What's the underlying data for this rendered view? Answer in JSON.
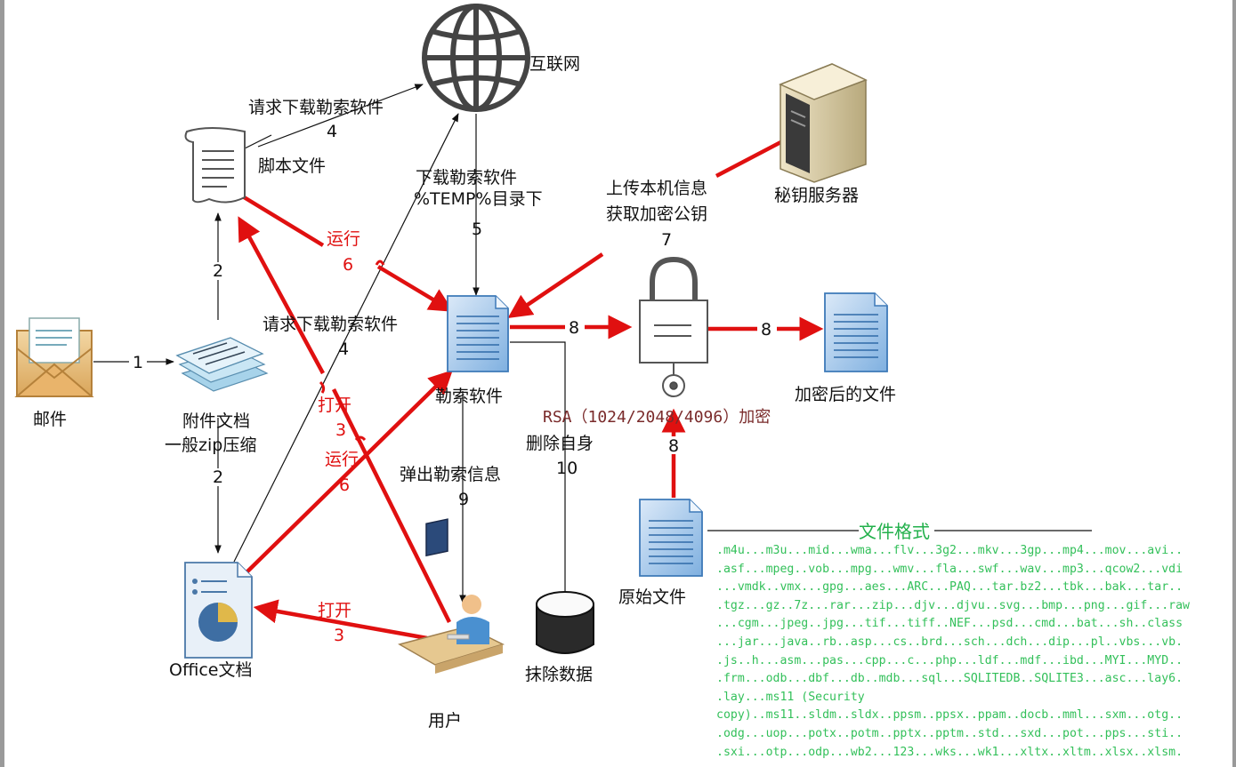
{
  "nodes": {
    "email": "邮件",
    "attachment_line1": "附件文档",
    "attachment_line2": "一般zip压缩",
    "script": "脚本文件",
    "internet": "互联网",
    "key_server": "秘钥服务器",
    "ransomware": "勒索软件",
    "office_doc": "Office文档",
    "user": "用户",
    "wipe_data": "抹除数据",
    "encrypted_file": "加密后的文件",
    "original_file": "原始文件"
  },
  "edges": {
    "e1": "1",
    "e2a": "2",
    "e2b": "2",
    "req_download_1": "请求下载勒索软件",
    "req_download_1_num": "4",
    "req_download_2": "请求下载勒索软件",
    "req_download_2_num": "4",
    "download_line1": "下载勒索软件",
    "download_line2": "%TEMP%目录下",
    "download_num": "5",
    "upload_line1": "上传本机信息",
    "upload_line2": "获取加密公钥",
    "upload_num": "7",
    "run_a": "运行",
    "run_a_num": "6",
    "run_b": "运行",
    "run_b_num": "6",
    "open_a": "打开",
    "open_a_num": "3",
    "open_b": "打开",
    "open_b_num": "3",
    "e8a": "8",
    "e8b": "8",
    "e8c": "8",
    "rsa": "RSA（1024/2048/4096）加密",
    "popup": "弹出勒索信息",
    "popup_num": "9",
    "delete_self": "删除自身",
    "delete_self_num": "10"
  },
  "formats": {
    "title": "文件格式",
    "lines": [
      ".m4u...m3u...mid...wma...flv...3g2...mkv...3gp...mp4...mov...avi..",
      ".asf...mpeg..vob...mpg...wmv...fla...swf...wav...mp3...qcow2...vdi",
      "...vmdk..vmx...gpg...aes...ARC...PAQ...tar.bz2...tbk...bak...tar..",
      ".tgz...gz..7z...rar...zip...djv...djvu..svg...bmp...png...gif...raw",
      "...cgm...jpeg..jpg...tif...tiff..NEF...psd...cmd...bat...sh..class",
      "...jar...java..rb..asp...cs..brd...sch...dch...dip...pl..vbs...vb.",
      ".js..h...asm...pas...cpp...c...php...ldf...mdf...ibd...MYI...MYD..",
      ".frm...odb...dbf...db..mdb...sql...SQLITEDB..SQLITE3...asc...lay6.",
      ".lay...ms11 (Security",
      "copy)..ms11..sldm..sldx..ppsm..ppsx..ppam..docb..mml...sxm...otg..",
      ".odg...uop...potx..potm..pptx..pptm..std...sxd...pot...pps...sti..",
      ".sxi...otp...odp...wb2...123...wks...wk1...xltx..xltm..xlsx..xlsm."
    ]
  },
  "colors": {
    "red": "#e01010",
    "black": "#111111",
    "green": "#22b04b",
    "doc_blue": "#5b9bd5"
  }
}
